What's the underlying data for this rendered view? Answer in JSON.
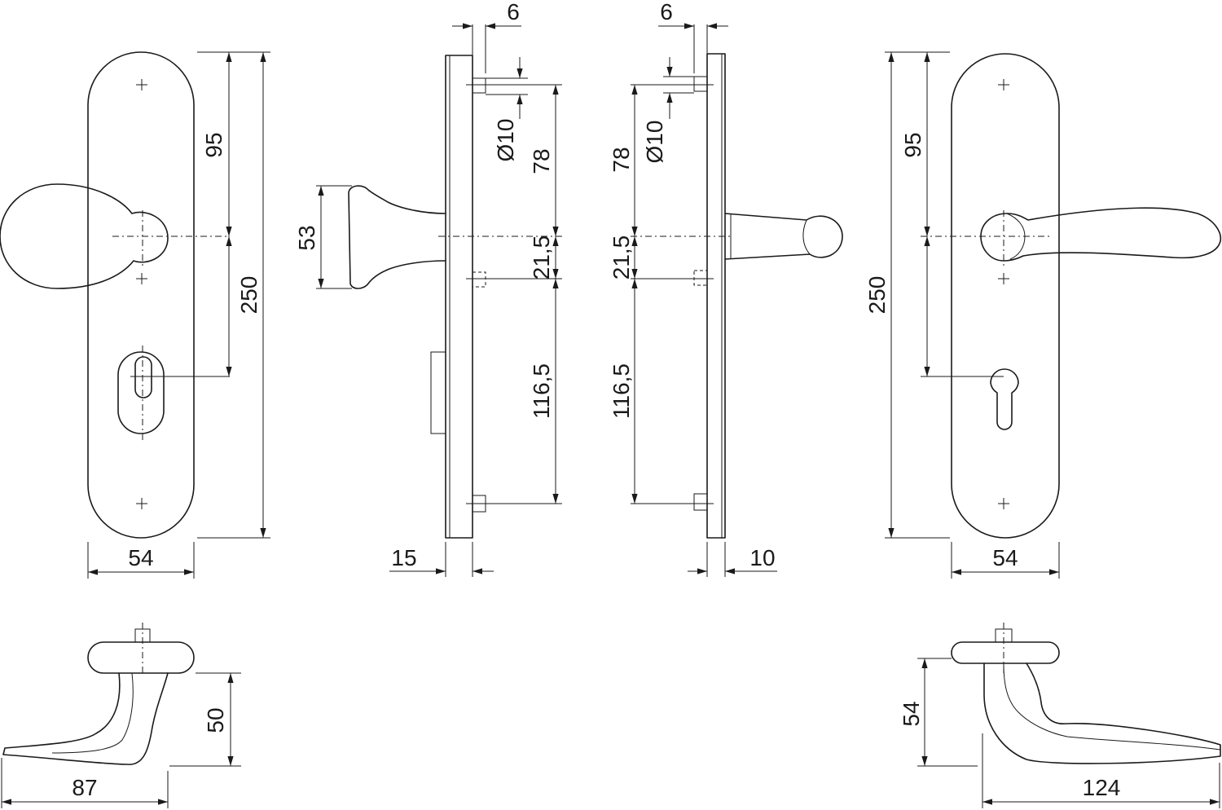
{
  "front_left": {
    "dim_width": "54",
    "dim_upper": "95",
    "dim_total": "250"
  },
  "side_left": {
    "dim_pin": "6",
    "dim_diameter": "Ø10",
    "dim_upper": "78",
    "dim_middle": "21,5",
    "dim_lower": "116,5",
    "dim_knob": "53",
    "dim_depth": "15"
  },
  "side_right": {
    "dim_pin": "6",
    "dim_diameter": "Ø10",
    "dim_upper": "78",
    "dim_middle": "21,5",
    "dim_lower": "116,5",
    "dim_depth": "10"
  },
  "front_right": {
    "dim_width": "54",
    "dim_upper": "95",
    "dim_total": "250"
  },
  "top_left": {
    "dim_length": "87",
    "dim_height": "50"
  },
  "top_right": {
    "dim_length": "124",
    "dim_height": "54"
  },
  "colors": {
    "line": "#1a1a1a",
    "background": "#ffffff"
  }
}
